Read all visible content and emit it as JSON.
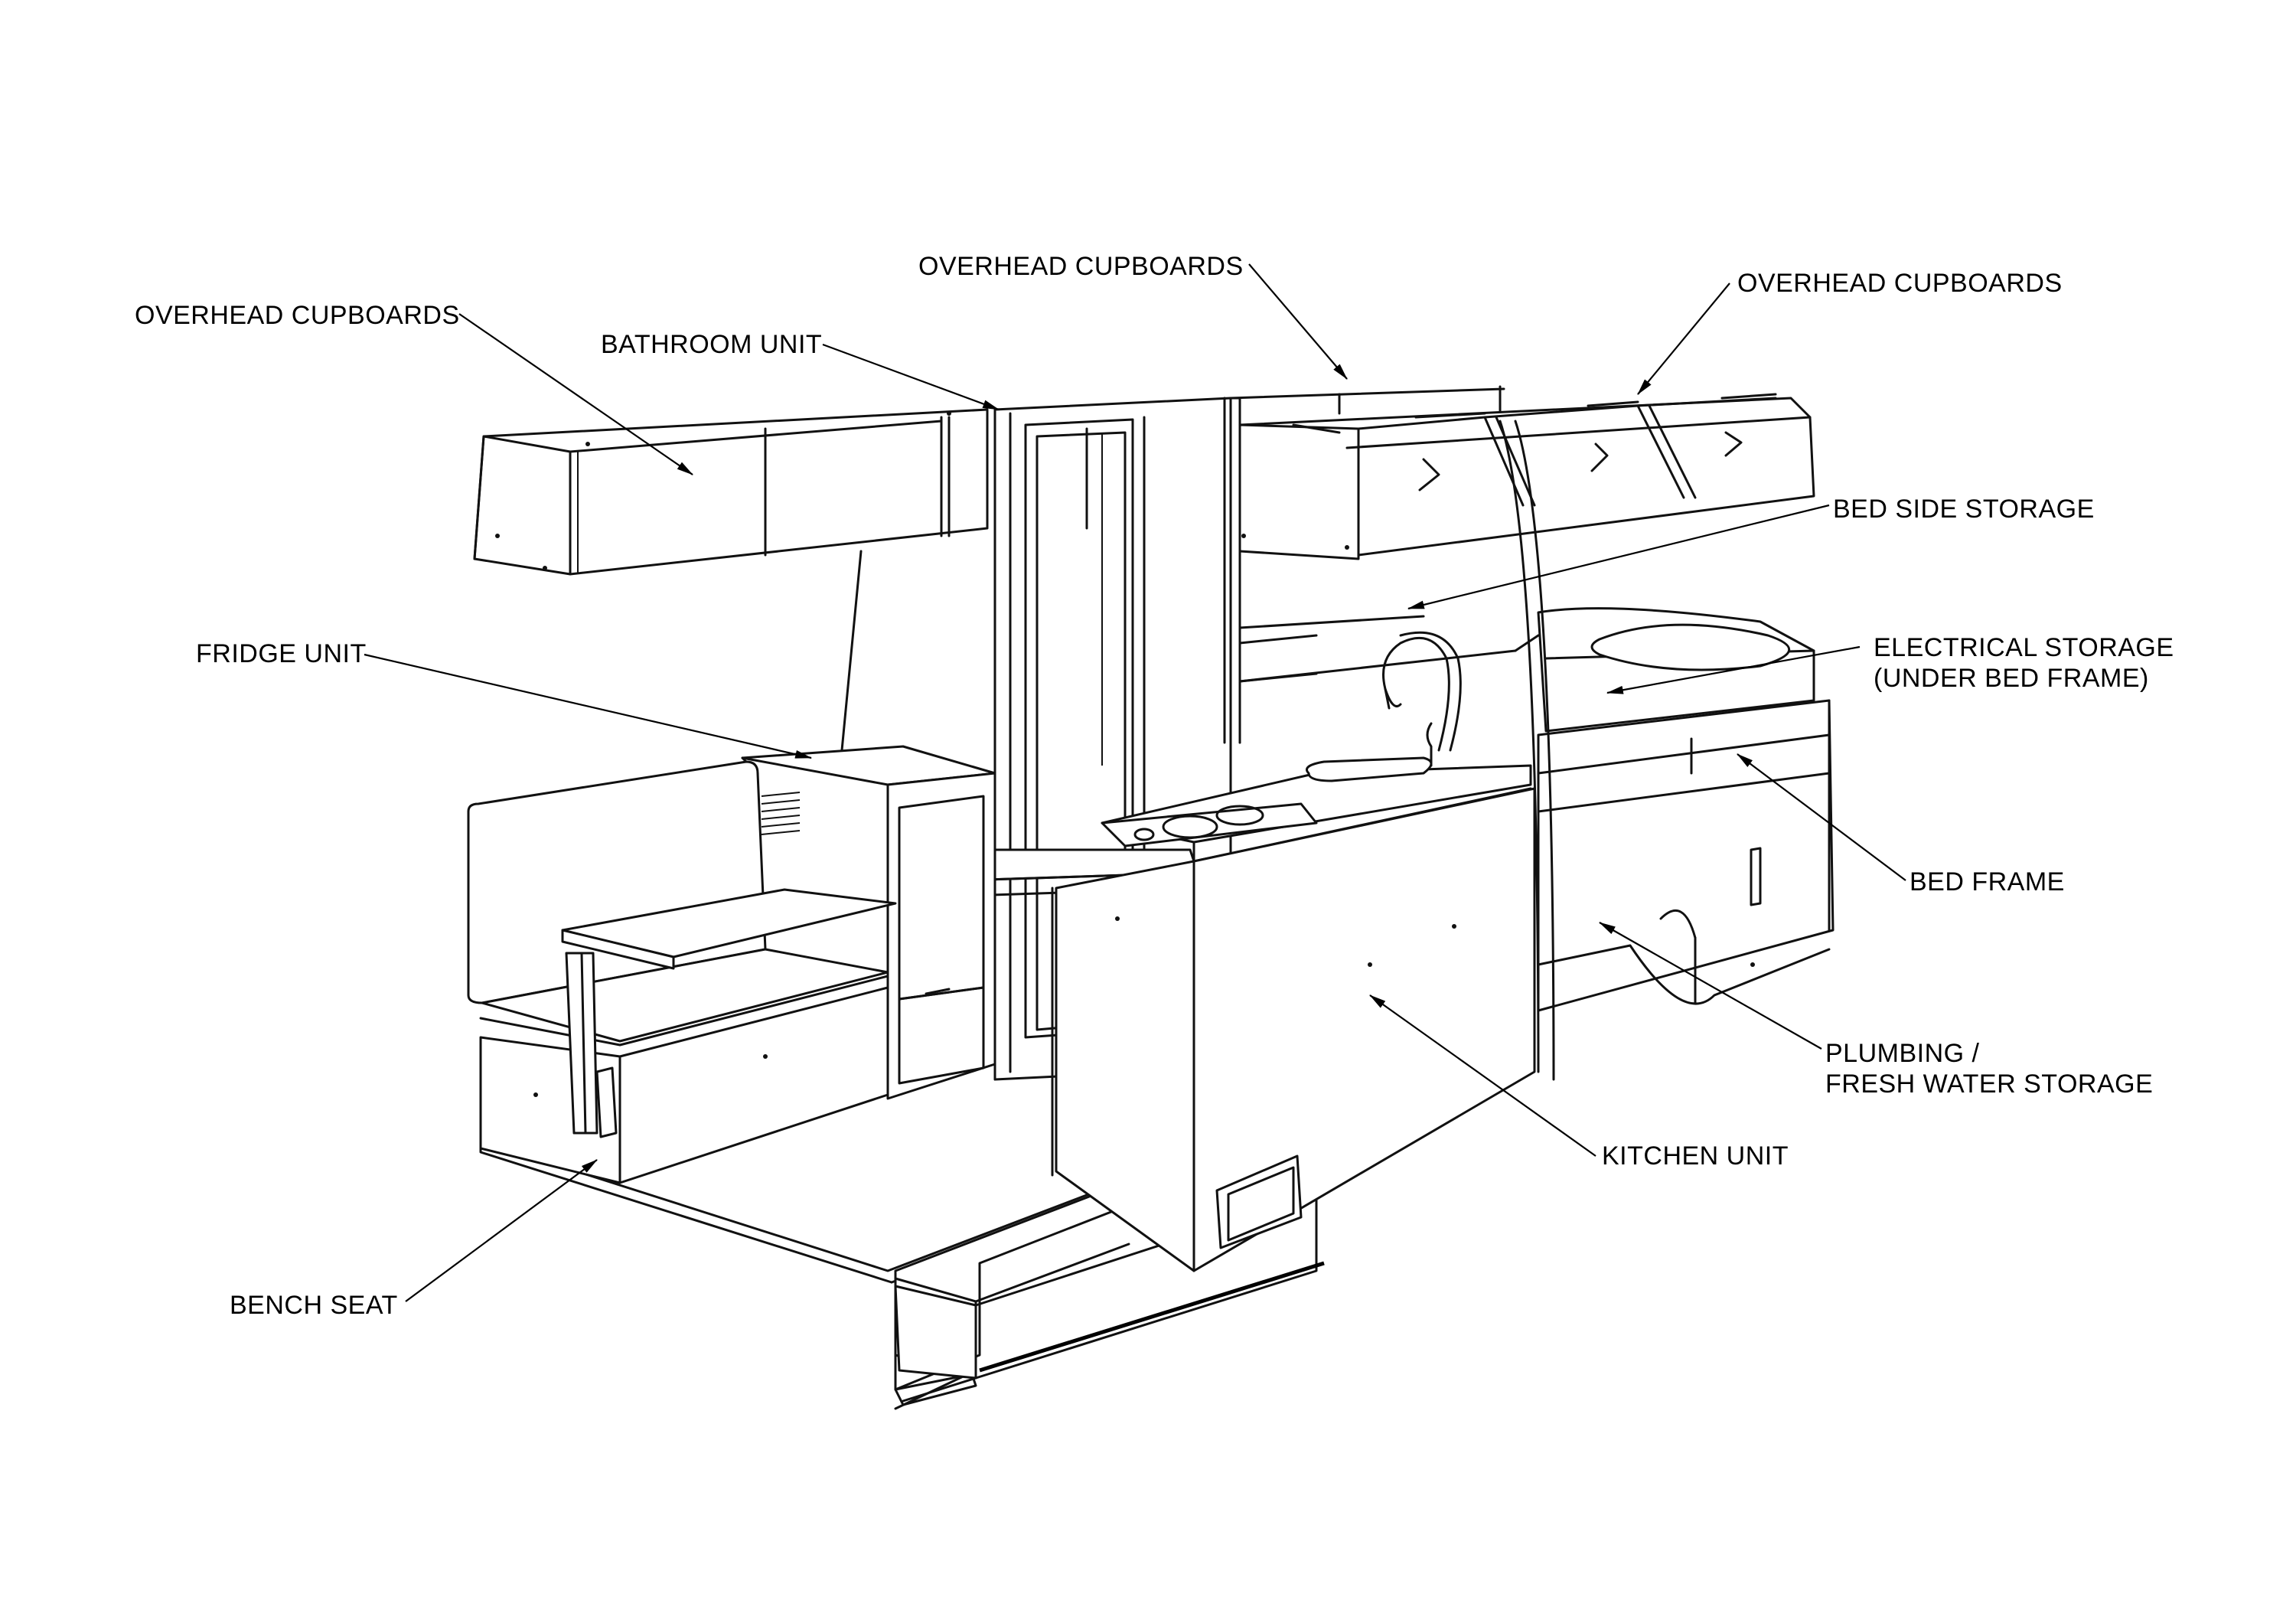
{
  "labels": {
    "overhead_cupboards_left": "OVERHEAD CUPBOARDS",
    "overhead_cupboards_middle": "OVERHEAD CUPBOARDS",
    "overhead_cupboards_right": "OVERHEAD CUPBOARDS",
    "bathroom_unit": "BATHROOM UNIT",
    "bed_side_storage": "BED SIDE STORAGE",
    "fridge_unit": "FRIDGE UNIT",
    "electrical_storage_line1": "ELECTRICAL STORAGE",
    "electrical_storage_line2": "(UNDER BED FRAME)",
    "bed_frame": "BED FRAME",
    "plumbing_line1": "PLUMBING /",
    "plumbing_line2": "FRESH WATER STORAGE",
    "kitchen_unit": "KITCHEN UNIT",
    "bench_seat": "BENCH SEAT"
  },
  "colors": {
    "line": "#111111",
    "background": "#ffffff"
  }
}
